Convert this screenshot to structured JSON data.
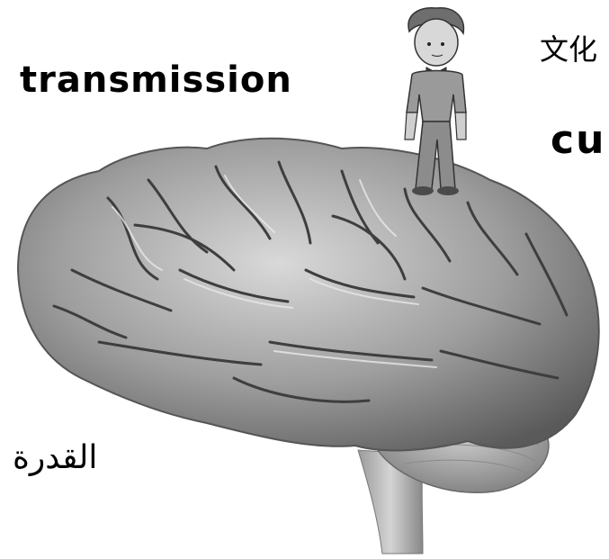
{
  "labels": {
    "transmission": "transmission",
    "chinese": "文化",
    "cu": "cu",
    "arabic": "القدرة"
  },
  "illustration": {
    "brain": "brain-illustration",
    "figure": "little-prince-figure"
  },
  "colors": {
    "background": "#ffffff",
    "text": "#000000",
    "brain_light": "#e6e6e6",
    "brain_mid": "#a8a8a8",
    "brain_dark": "#4a4a4a"
  }
}
